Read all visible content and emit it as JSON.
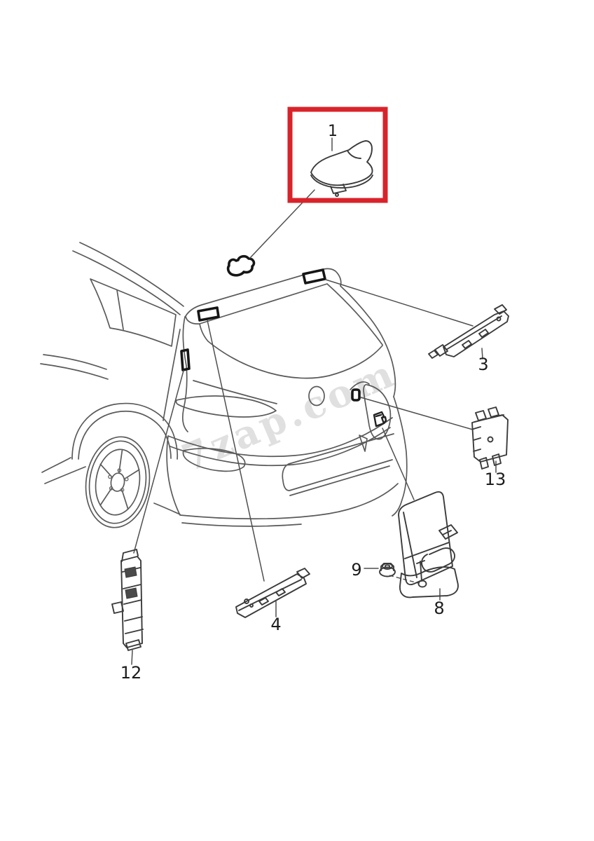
{
  "diagram": {
    "watermark": "7zap.com",
    "labels": {
      "part1": "1",
      "part3": "3",
      "part4": "4",
      "part8": "8",
      "part9": "9",
      "part12": "12",
      "part13": "13"
    },
    "colors": {
      "highlight": "#d9232a",
      "watermark": "#d9d9d9",
      "car_line": "#5a5a5a",
      "part_line": "#3b3b3b",
      "mark": "#161616",
      "label_text": "#1c1c1c",
      "background": "#ffffff"
    }
  }
}
